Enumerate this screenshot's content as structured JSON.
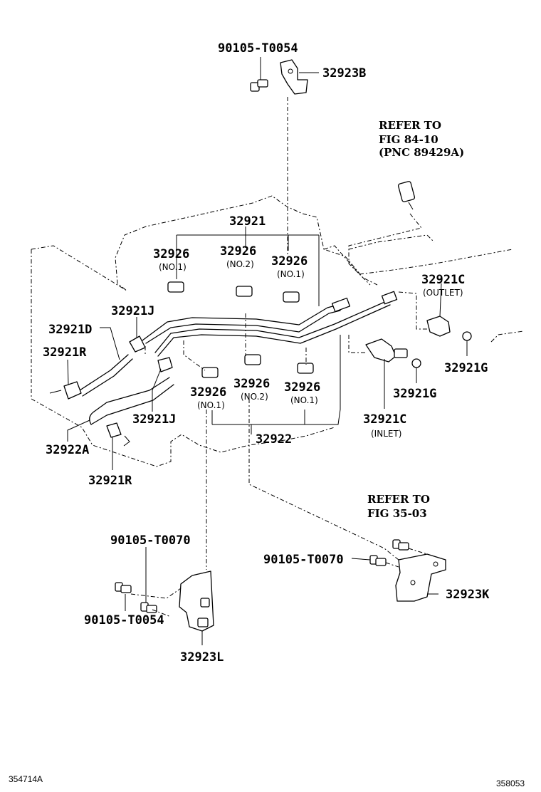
{
  "labels": {
    "p90105_T0054_top": "90105-T0054",
    "p32923B": "32923B",
    "refer_top_1": "REFER TO",
    "refer_top_2": "FIG 84-10",
    "refer_top_3": "(PNC 89429A)",
    "p32921": "32921",
    "p32926_a": "32926",
    "p32926_a_sub": "(NO.1)",
    "p32926_b": "32926",
    "p32926_b_sub": "(NO.2)",
    "p32926_c": "32926",
    "p32926_c_sub": "(NO.1)",
    "p32921C_out": "32921C",
    "p32921C_out_sub": "(OUTLET)",
    "p32921J_top": "32921J",
    "p32921D": "32921D",
    "p32921R_top": "32921R",
    "p32921G_right": "32921G",
    "p32921G_mid": "32921G",
    "p32926_d": "32926",
    "p32926_d_sub": "(NO.1)",
    "p32926_e": "32926",
    "p32926_e_sub": "(NO.2)",
    "p32926_f": "32926",
    "p32926_f_sub": "(NO.1)",
    "p32921J_bottom": "32921J",
    "p32921C_in": "32921C",
    "p32921C_in_sub": "(INLET)",
    "p32922A": "32922A",
    "p32922": "32922",
    "p32921R_bottom": "32921R",
    "refer_bottom_1": "REFER TO",
    "refer_bottom_2": "FIG 35-03",
    "p90105_T0070_left": "90105-T0070",
    "p90105_T0070_right": "90105-T0070",
    "p90105_T0054_bottom": "90105-T0054",
    "p32923K": "32923K",
    "p32923L": "32923L",
    "code_left": "354714A",
    "code_right": "358053"
  }
}
